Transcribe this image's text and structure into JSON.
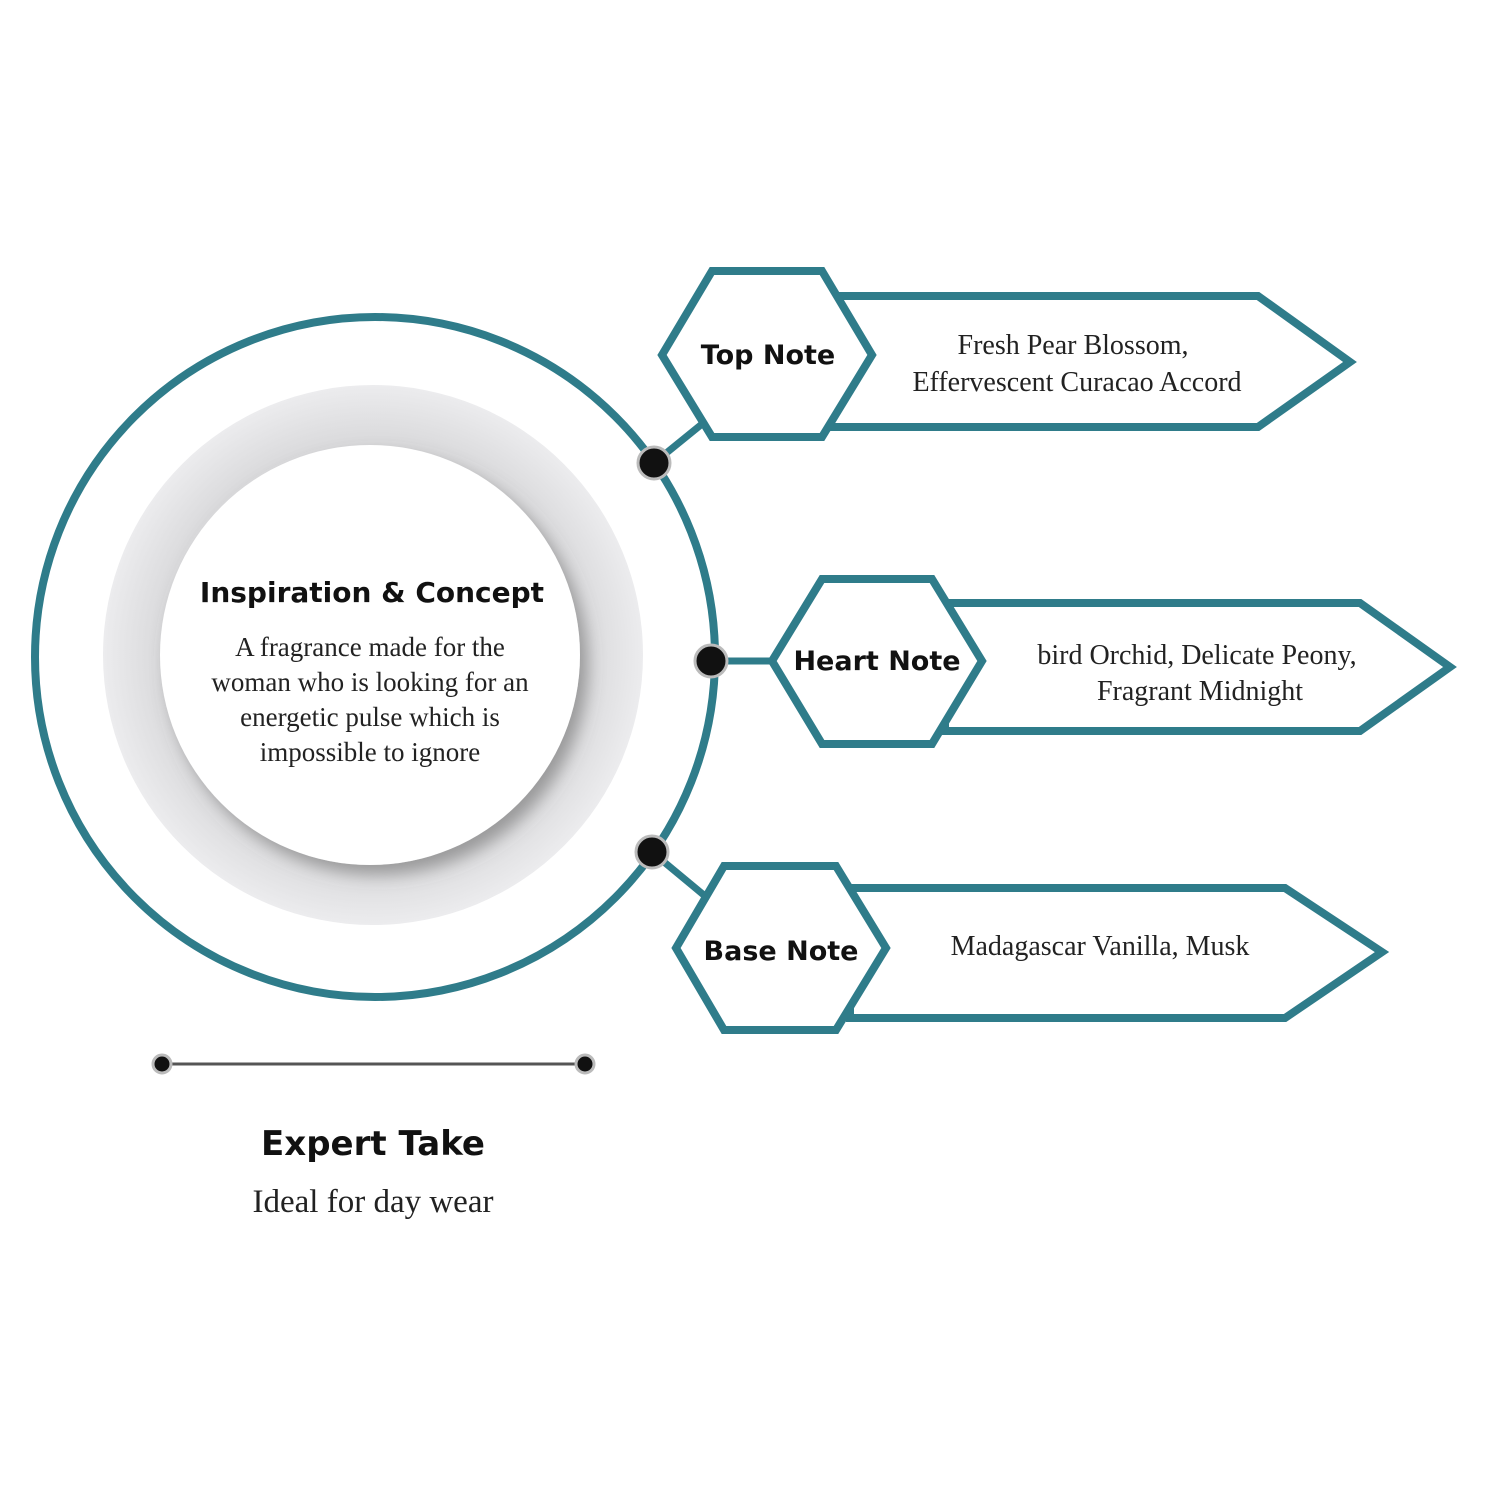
{
  "colors": {
    "accent": "#2f7c8a",
    "ring_gray": "#e3e3e5",
    "dot": "#111111"
  },
  "center": {
    "title": "Inspiration & Concept",
    "lines": [
      "A fragrance made for the",
      "woman who is looking for an",
      "energetic pulse which is",
      "impossible to ignore"
    ]
  },
  "notes": [
    {
      "label": "Top Note",
      "lines": [
        "Fresh Pear Blossom,",
        "Effervescent Curacao Accord"
      ]
    },
    {
      "label": "Heart Note",
      "lines": [
        "bird Orchid, Delicate Peony,",
        "Fragrant Midnight"
      ]
    },
    {
      "label": "Base Note",
      "lines": [
        "Madagascar Vanilla, Musk"
      ]
    }
  ],
  "expert": {
    "title": "Expert Take",
    "text": "Ideal for day wear"
  }
}
